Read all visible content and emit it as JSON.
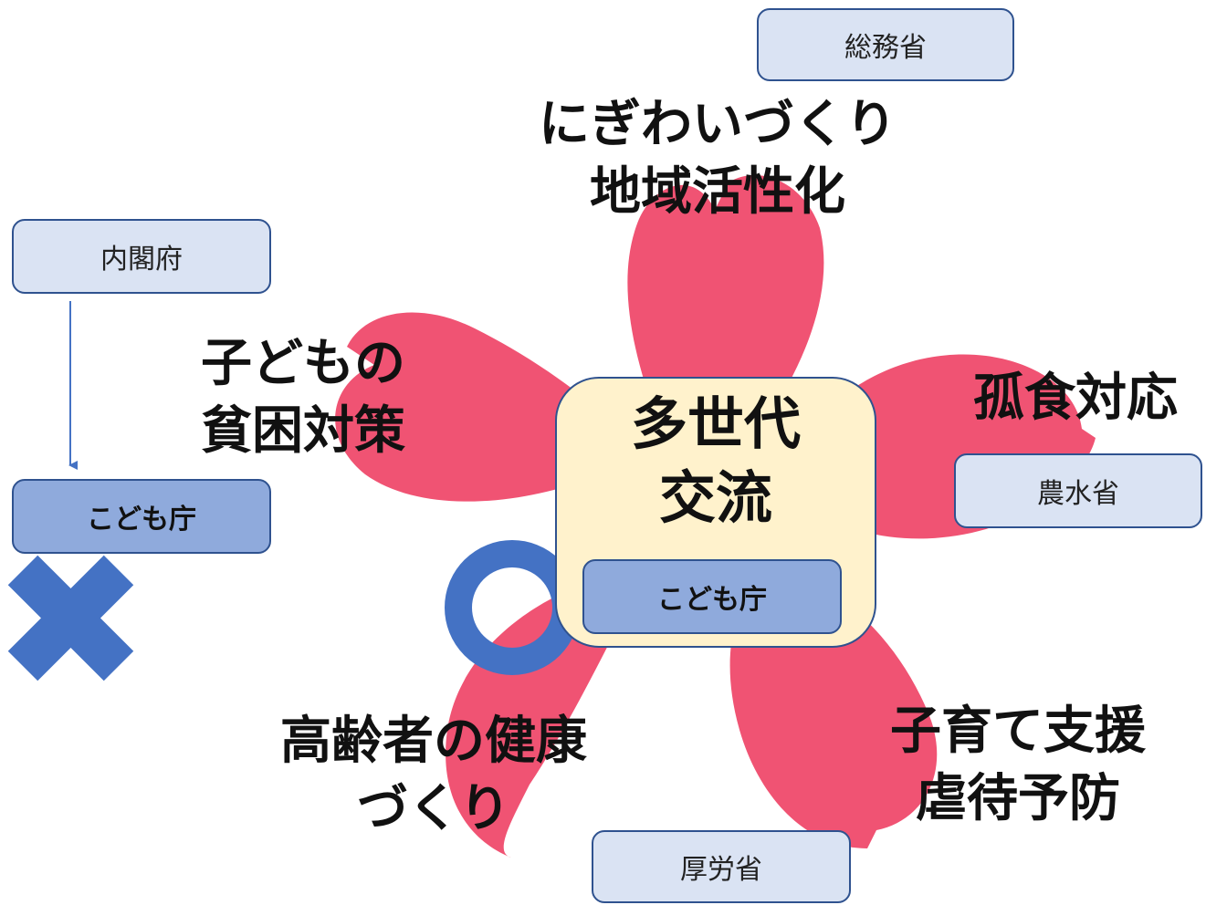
{
  "agencies": {
    "soumu": "総務省",
    "naikaku": "内閣府",
    "nousui": "農水省",
    "kourou": "厚労省",
    "kodomo_left": "こども庁",
    "kodomo_center": "こども庁"
  },
  "petals": {
    "top_line1": "にぎわいづくり",
    "top_line2": "地域活性化",
    "left_line1": "子どもの",
    "left_line2": "貧困対策",
    "right": "孤食対応",
    "bottom_left_line1": "高齢者の健康",
    "bottom_left_line2": "づくり",
    "bottom_right_line1": "子育て支援",
    "bottom_right_line2": "虐待予防"
  },
  "center": {
    "line1": "多世代",
    "line2": "交流"
  },
  "colors": {
    "petal": "#f05373",
    "center_fill": "#fff2cc",
    "box_light": "#dae3f3",
    "box_mid": "#8faadc",
    "border": "#2f528f",
    "marker": "#4472c4"
  },
  "markers": [
    "circle-mark",
    "cross-mark"
  ]
}
